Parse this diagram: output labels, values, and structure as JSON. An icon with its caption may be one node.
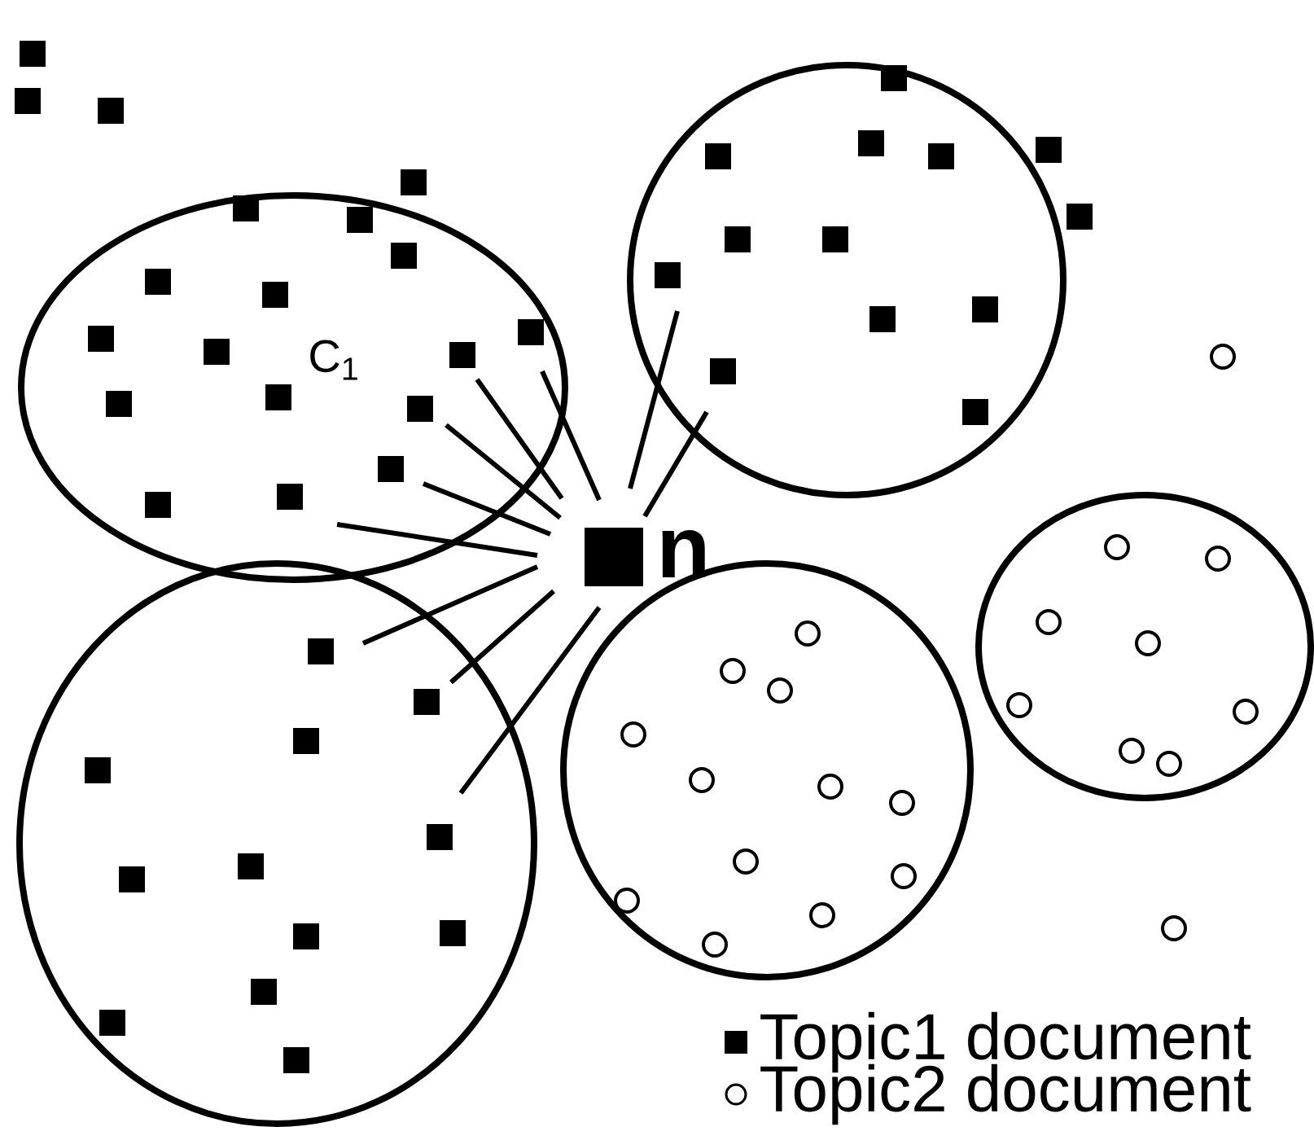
{
  "diagram": {
    "nodes": [
      {
        "text": [
          "C$_{1}$"
        ]
      },
      {
        "text": [],
        "shape": "circle"
      },
      {
        "text": [],
        "shape": "circle"
      },
      {
        "text": [],
        "shape": "circle"
      },
      {
        "text": [],
        "shape": "circle"
      },
      {
        "text": [],
        "shape": "box",
        "beside": [
          "n"
        ]
      }
    ],
    "edges": [
      {
        "from": 5,
        "to": 0,
        "arrow": "none"
      },
      {
        "from": 5,
        "to": 0,
        "arrow": "none"
      },
      {
        "from": 5,
        "to": 0,
        "arrow": "none"
      },
      {
        "from": 5,
        "to": 0,
        "arrow": "none"
      },
      {
        "from": 5,
        "to": 0,
        "arrow": "none"
      },
      {
        "from": 5,
        "to": 1,
        "arrow": "none"
      },
      {
        "from": 5,
        "to": 1,
        "arrow": "none"
      },
      {
        "from": 5,
        "to": 2,
        "arrow": "none"
      },
      {
        "from": 5,
        "to": 2,
        "arrow": "none"
      },
      {
        "from": 5,
        "to": 2,
        "arrow": "none"
      }
    ],
    "legend": [
      {
        "text": "Topic1 document"
      },
      {
        "text": "Topic2 document"
      }
    ]
  }
}
